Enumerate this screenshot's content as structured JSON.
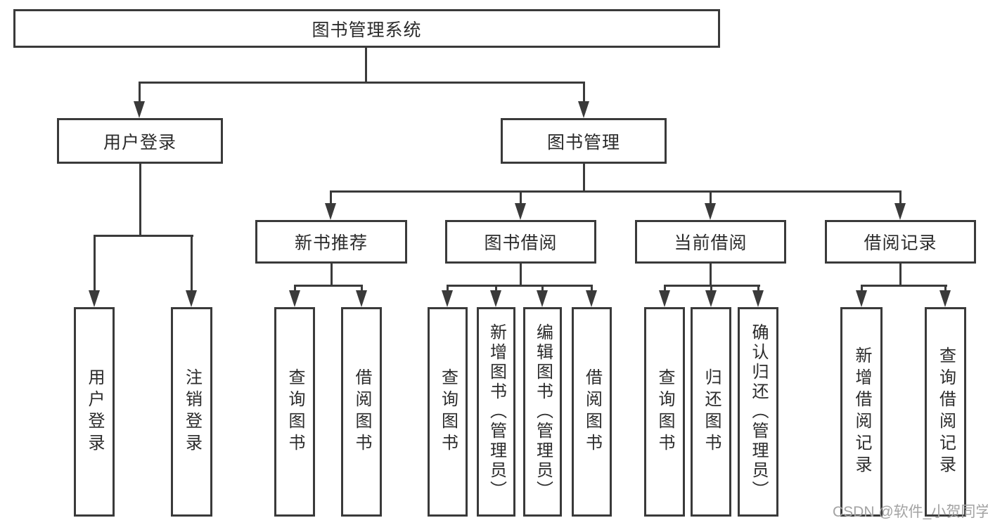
{
  "nodes": {
    "root": "图书管理系统",
    "user_login": "用户登录",
    "book_mgmt": "图书管理",
    "new_book_rec": "新书推荐",
    "book_borrow": "图书借阅",
    "current_borrow": "当前借阅",
    "borrow_record": "借阅记录",
    "user_login_action": "用户登录",
    "logout_action": "注销登录",
    "rec_query_books": "查询图书",
    "rec_borrow_books": "借阅图书",
    "bb_query_books": "查询图书",
    "bb_add_books": "新增图书（管理员）",
    "bb_edit_books": "编辑图书（管理员）",
    "bb_borrow_books": "借阅图书",
    "cb_query_books": "查询图书",
    "cb_return_books": "归还图书",
    "cb_confirm_return": "确认归还（管理员）",
    "br_add_record": "新增借阅记录",
    "br_query_record": "查询借阅记录"
  },
  "watermark": "CSDN @软件_小贺同学",
  "colors": {
    "line": "#3a3a3a",
    "box_background": "#ffffff",
    "text": "#2b2b2b",
    "watermark": "#a3a3a3"
  }
}
